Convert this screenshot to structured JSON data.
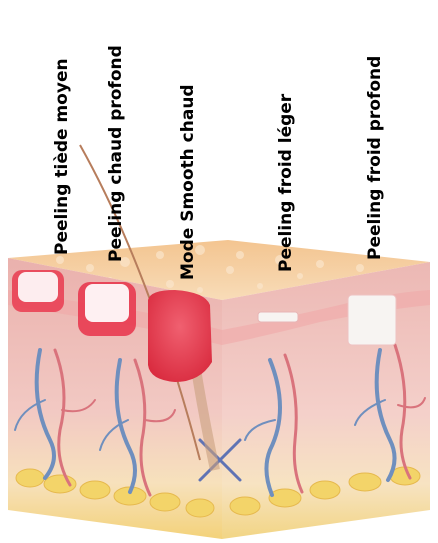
{
  "labels": [
    "Peeling tiède moyen",
    "Peeling chaud profond",
    "Mode Smooth chaud",
    "Peeling froid léger",
    "Peeling froid profond"
  ],
  "colors": {
    "top_surface": "#f4c58d",
    "skin_face": "#f1c7c1",
    "fat_layer": "#f2d77a",
    "vessel_red": "#d9737c",
    "vessel_blue": "#6f8fbe",
    "warm_zone": "#e8334a",
    "cold_zone": "#f7f4f2"
  }
}
